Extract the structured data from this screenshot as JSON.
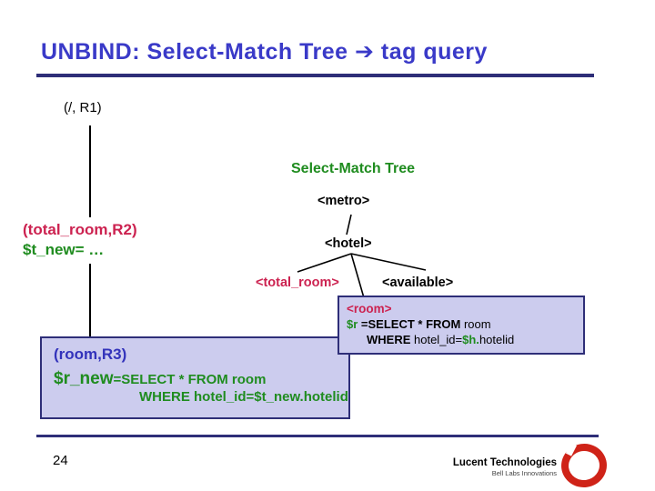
{
  "title": {
    "text": "UNBIND: Select-Match Tree ➔ tag query"
  },
  "left_labels": {
    "root": "(/, R1)",
    "total_room": "(total_room,R2)",
    "t_new": "$t_new= …"
  },
  "tree": {
    "caption": "Select-Match Tree",
    "nodes": {
      "metro": "<metro>",
      "hotel": "<hotel>",
      "total_room": "<total_room>",
      "available": "<available>"
    }
  },
  "room_box": {
    "tag": "<room>",
    "q1_var": "$r",
    "q1_kw": " =SELECT * FROM",
    "q1_rest": " room",
    "q2_kw": "WHERE",
    "q2_mid": " hotel_id=",
    "q2_var": "$h.",
    "q2_rest": "hotelid"
  },
  "r3_box": {
    "label": "(room,R3)",
    "var": "$r_new",
    "q1": "=SELECT * FROM room",
    "q2": "WHERE hotel_id=$t_new.hotelid"
  },
  "footer": {
    "page": "24",
    "brand": "Lucent Technologies",
    "tagline": "Bell Labs Innovations"
  },
  "colors": {
    "title_blue": "#3a3ac8",
    "rule_navy": "#2e2e78",
    "green": "#1f8c1f",
    "crimson": "#cc2250",
    "box_bg": "#ccccee",
    "r3_label_blue": "#3333bb",
    "logo_red": "#cf2318"
  }
}
